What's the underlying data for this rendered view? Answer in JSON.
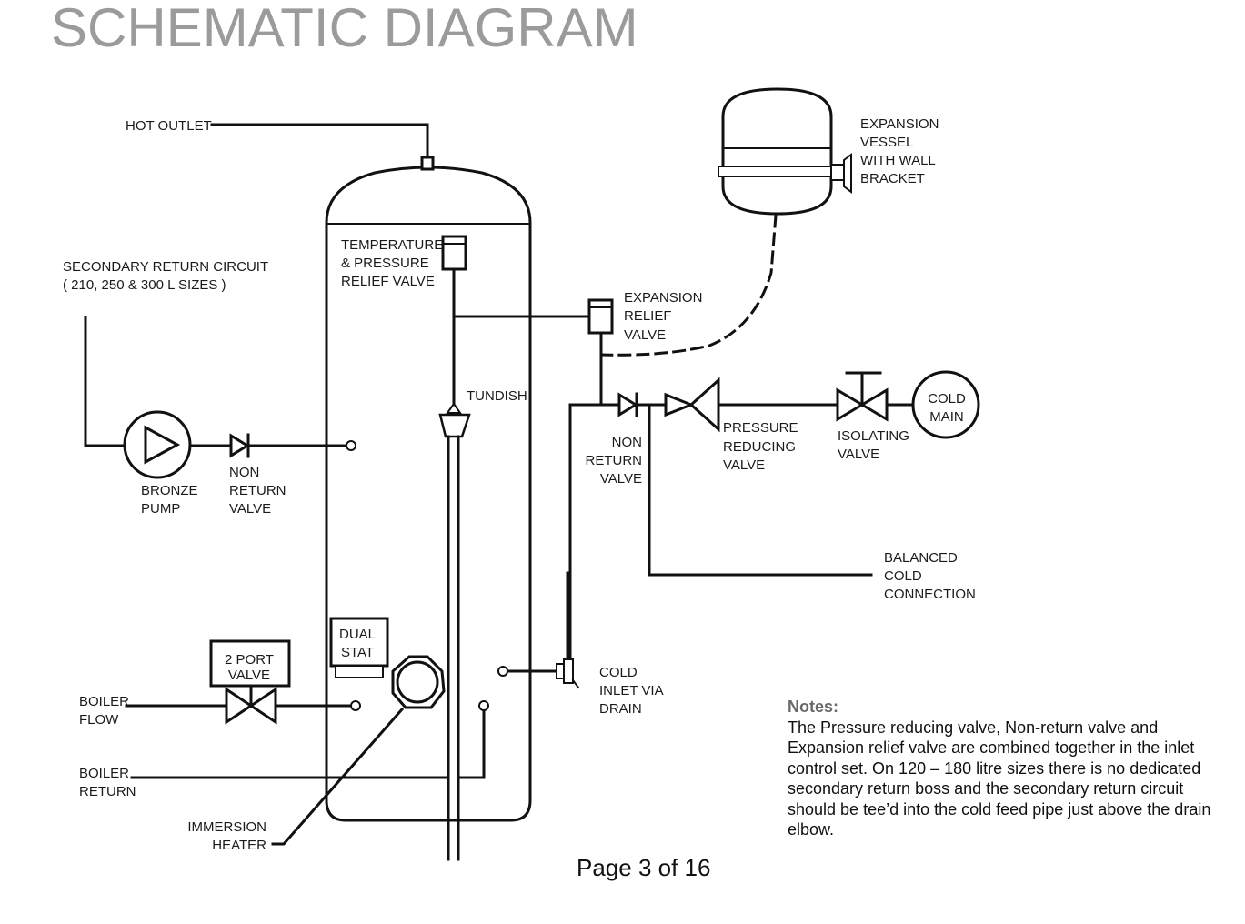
{
  "title": "SCHEMATIC DIAGRAM",
  "labels": {
    "hot_outlet": "HOT OUTLET",
    "secondary_return": [
      "SECONDARY RETURN CIRCUIT",
      "( 210, 250 & 300 L SIZES )"
    ],
    "tpr_valve": [
      "TEMPERATURE",
      "& PRESSURE",
      "RELIEF VALVE"
    ],
    "expansion_vessel": [
      "EXPANSION",
      "VESSEL",
      "WITH WALL",
      "BRACKET"
    ],
    "expansion_relief_valve": [
      "EXPANSION",
      "RELIEF",
      "VALVE"
    ],
    "tundish": "TUNDISH",
    "bronze_pump": [
      "BRONZE",
      "PUMP"
    ],
    "nrv_left": [
      "NON",
      "RETURN",
      "VALVE"
    ],
    "nrv_right": [
      "NON",
      "RETURN",
      "VALVE"
    ],
    "pressure_reducing_valve": [
      "PRESSURE",
      "REDUCING",
      "VALVE"
    ],
    "isolating_valve": [
      "ISOLATING",
      "VALVE"
    ],
    "cold_main": [
      "COLD",
      "MAIN"
    ],
    "balanced_cold": [
      "BALANCED",
      "COLD",
      "CONNECTION"
    ],
    "dual_stat": [
      "DUAL",
      "STAT"
    ],
    "two_port_valve": [
      "2 PORT",
      "VALVE"
    ],
    "boiler_flow": [
      "BOILER",
      "FLOW"
    ],
    "boiler_return": [
      "BOILER",
      "RETURN"
    ],
    "immersion_heater": [
      "IMMERSION",
      "HEATER"
    ],
    "cold_inlet": [
      "COLD",
      "INLET VIA",
      "DRAIN"
    ]
  },
  "notes": {
    "title": "Notes:",
    "body": "The Pressure reducing valve, Non-return valve and Expansion relief valve are combined together in the inlet control set. On 120 – 180 litre sizes there is no dedicated secondary return boss and the secondary return circuit should be tee’d into the cold feed pipe just above the drain elbow."
  },
  "page": "Page 3 of 16"
}
